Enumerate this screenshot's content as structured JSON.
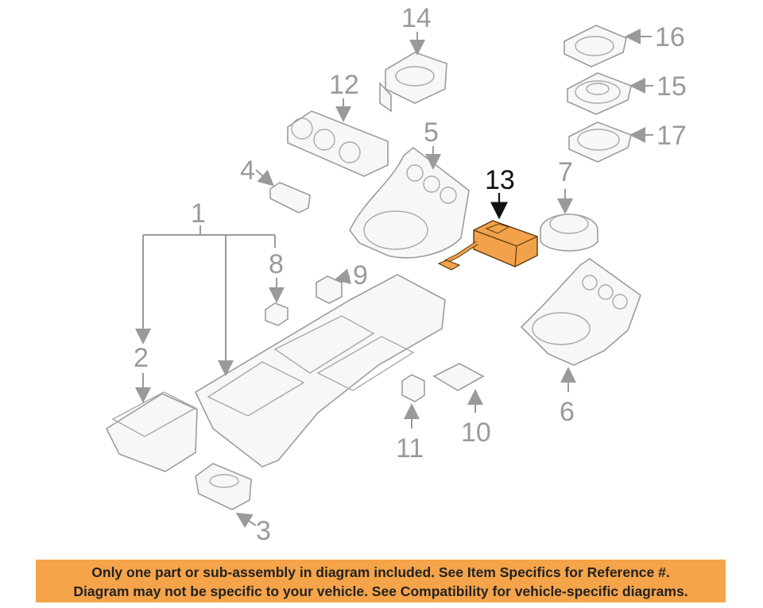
{
  "diagram": {
    "highlight_color": "#f2a24a",
    "highlighted_item": "13",
    "callouts": {
      "c1": "1",
      "c2": "2",
      "c3": "3",
      "c4": "4",
      "c5": "5",
      "c6": "6",
      "c7": "7",
      "c8": "8",
      "c9": "9",
      "c10": "10",
      "c11": "11",
      "c12": "12",
      "c13": "13",
      "c14": "14",
      "c15": "15",
      "c16": "16",
      "c17": "17"
    }
  },
  "disclaimer": {
    "background": "#f5a44a",
    "line1": "Only one part or sub-assembly in diagram included. See Item Specifics for Reference #.",
    "line2": "Diagram may not be specific to your vehicle. See Compatibility for vehicle-specific diagrams."
  }
}
